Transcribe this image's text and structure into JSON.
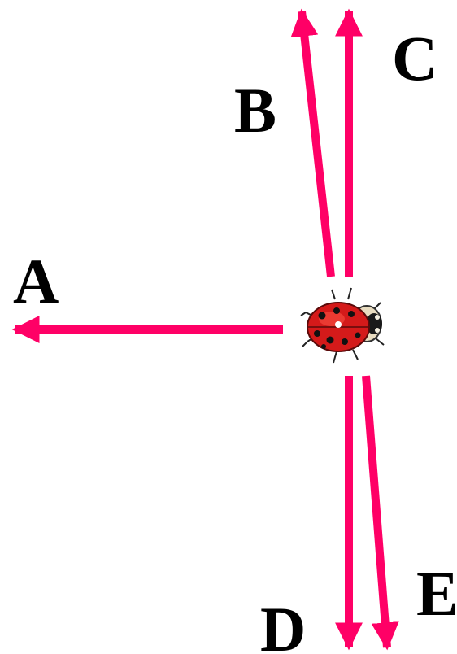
{
  "labels": {
    "a": "A",
    "b": "B",
    "c": "C",
    "d": "D",
    "e": "E"
  },
  "colors": {
    "arrow": "#ff0066",
    "label": "#000000",
    "ladybug_shell": "#d41a1a",
    "ladybug_spots": "#111111",
    "background": "#ffffff"
  },
  "icons": {
    "center": "ladybug-icon"
  }
}
